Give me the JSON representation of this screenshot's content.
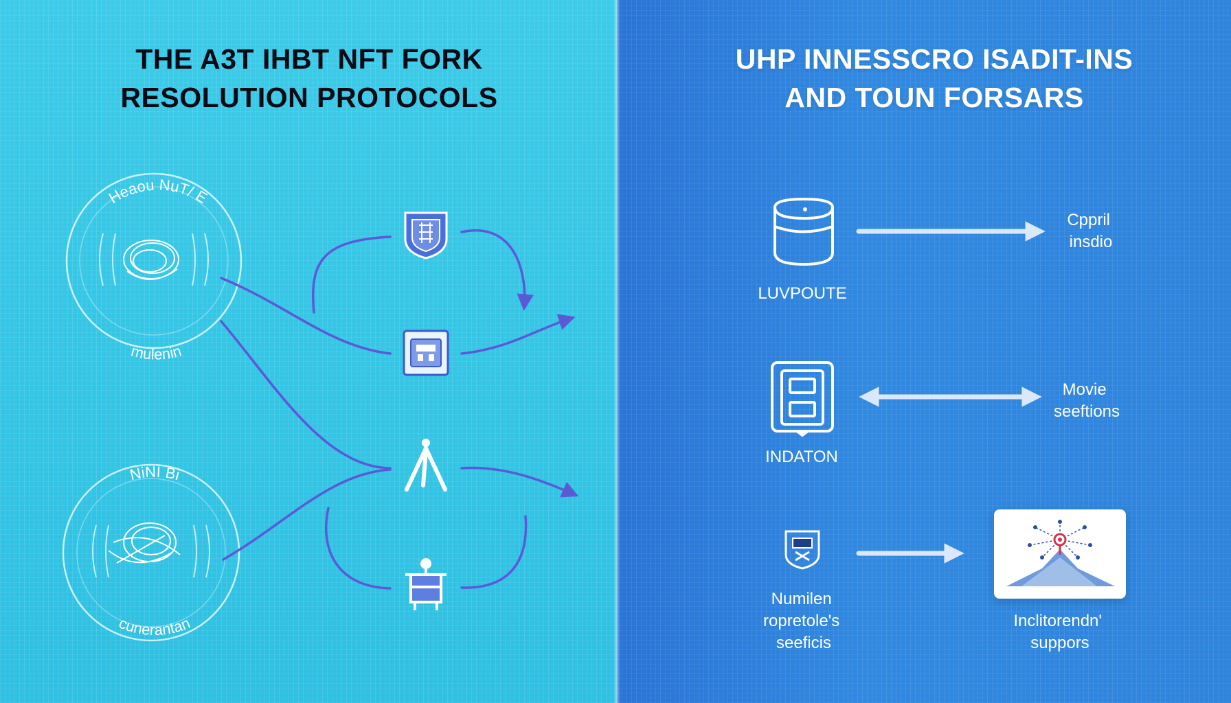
{
  "left_panel": {
    "title_lines": [
      "THE A3T IHBT NFT FORK",
      "RESOLUTION PROTOCOLS"
    ],
    "circle_top": {
      "top_text": "Heaou NuT/ E",
      "bottom_text": "mulenin"
    },
    "circle_bottom": {
      "top_text": "NiNI  Bi",
      "bottom_text": "cunerantan"
    }
  },
  "right_panel": {
    "title_lines": [
      "UHP INNESSCRO ISADIT-INS",
      "AND TOUN FORSARS"
    ],
    "rows": [
      {
        "source_label": "LUVPOUTE",
        "target_lines": [
          "Cppril",
          "insdio"
        ]
      },
      {
        "source_label": "INDATON",
        "target_lines": [
          "Movie",
          "seeftions"
        ]
      },
      {
        "source_lines": [
          "Numilen",
          "ropretole's",
          "seeficis"
        ],
        "target_lines": [
          "Inclitorendn'",
          "suppors"
        ]
      }
    ]
  },
  "colors": {
    "left_bg": "#36c6e6",
    "right_bg": "#2f86df",
    "curve": "#5b5ad6",
    "arrow": "#dbe8fb"
  }
}
